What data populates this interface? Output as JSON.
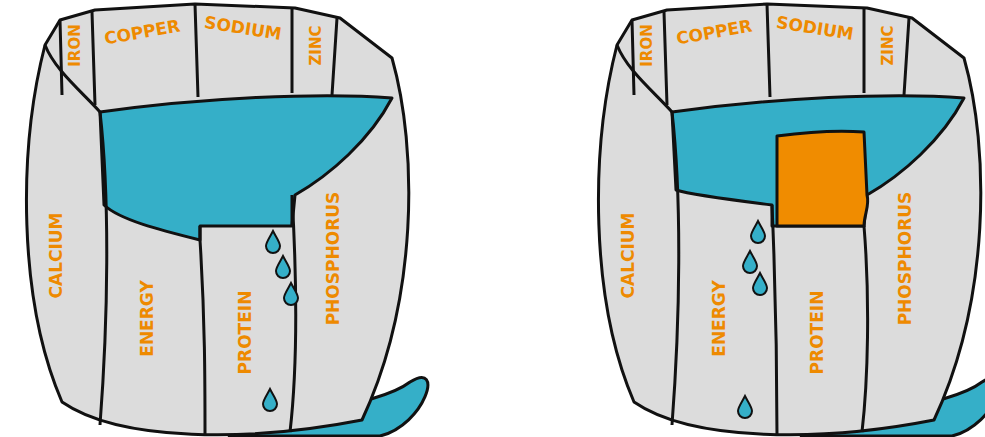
{
  "diagram": {
    "labels": [
      "IRON",
      "COPPER",
      "SODIUM",
      "ZINC",
      "CALCIUM",
      "ENERGY",
      "PROTEIN",
      "PHOSPHORUS",
      "IRON",
      "COPPER",
      "SODIUM",
      "ZINC",
      "CALCIUM",
      "ENERGY",
      "PROTEIN",
      "PHOSPHORUS"
    ]
  }
}
